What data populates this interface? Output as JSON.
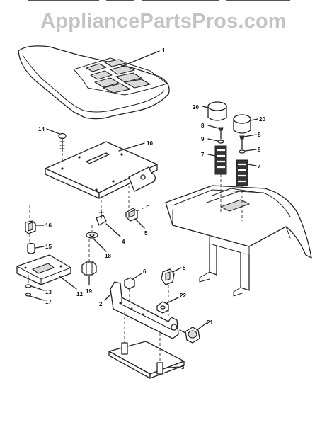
{
  "watermark": "AppliancePartsPros.com",
  "callouts": [
    {
      "id": "c1",
      "text": "1"
    },
    {
      "id": "c2",
      "text": "2"
    },
    {
      "id": "c3",
      "text": "3"
    },
    {
      "id": "c4",
      "text": "4"
    },
    {
      "id": "c5a",
      "text": "5"
    },
    {
      "id": "c5b",
      "text": "5"
    },
    {
      "id": "c6",
      "text": "6"
    },
    {
      "id": "c7a",
      "text": "7"
    },
    {
      "id": "c7b",
      "text": "7"
    },
    {
      "id": "c8a",
      "text": "8"
    },
    {
      "id": "c8b",
      "text": "8"
    },
    {
      "id": "c9a",
      "text": "9"
    },
    {
      "id": "c9b",
      "text": "9"
    },
    {
      "id": "c10",
      "text": "10"
    },
    {
      "id": "c12",
      "text": "12"
    },
    {
      "id": "c13",
      "text": "13"
    },
    {
      "id": "c14",
      "text": "14"
    },
    {
      "id": "c15",
      "text": "15"
    },
    {
      "id": "c16",
      "text": "16"
    },
    {
      "id": "c17",
      "text": "17"
    },
    {
      "id": "c18",
      "text": "18"
    },
    {
      "id": "c19",
      "text": "19"
    },
    {
      "id": "c20a",
      "text": "20"
    },
    {
      "id": "c20b",
      "text": "20"
    },
    {
      "id": "c21",
      "text": "21"
    },
    {
      "id": "c22",
      "text": "22"
    }
  ]
}
